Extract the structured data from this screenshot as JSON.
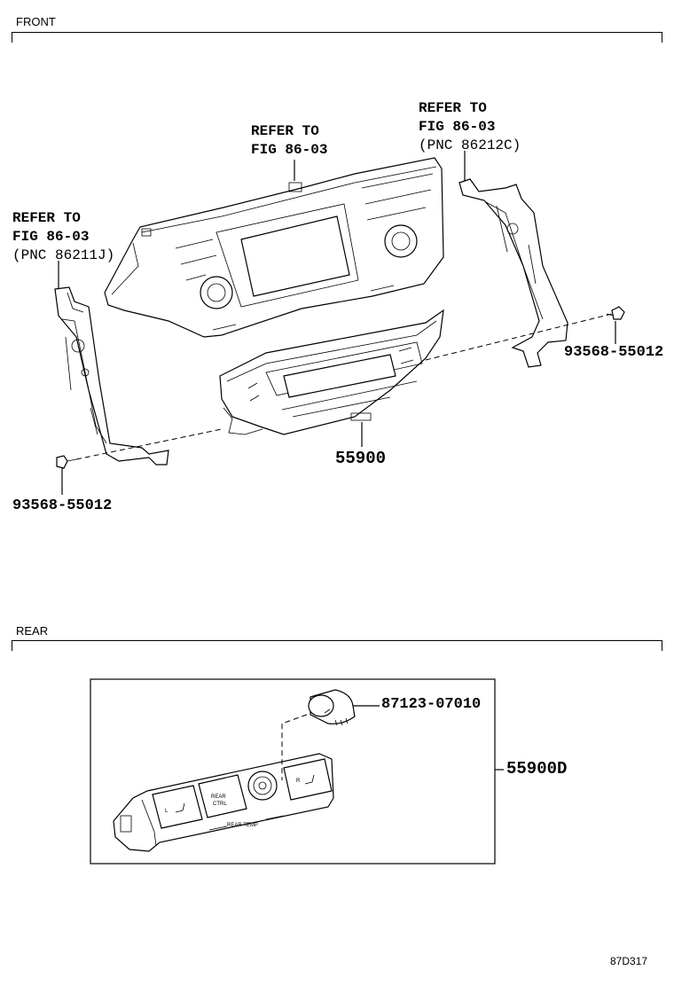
{
  "sections": {
    "front": {
      "title": "FRONT"
    },
    "rear": {
      "title": "REAR"
    }
  },
  "refs": {
    "center": {
      "line1": "REFER TO",
      "line2": "FIG 86-03"
    },
    "right": {
      "line1": "REFER TO",
      "line2": "FIG 86-03",
      "line3": "(PNC 86212C)"
    },
    "left": {
      "line1": "REFER TO",
      "line2": "FIG 86-03",
      "line3": "(PNC 86211J)"
    }
  },
  "parts": {
    "screw_right": "93568-55012",
    "screw_left": "93568-55012",
    "climate_panel": "55900",
    "knob": "87123-07010",
    "rear_panel": "55900D"
  },
  "rear_panel_buttons": {
    "rear_ctrl_line1": "REAR",
    "rear_ctrl_line2": "CTRL",
    "rear_temp": "REAR TEMP",
    "left_seat": "L",
    "right_seat": "R"
  },
  "figure_id": "87D317"
}
